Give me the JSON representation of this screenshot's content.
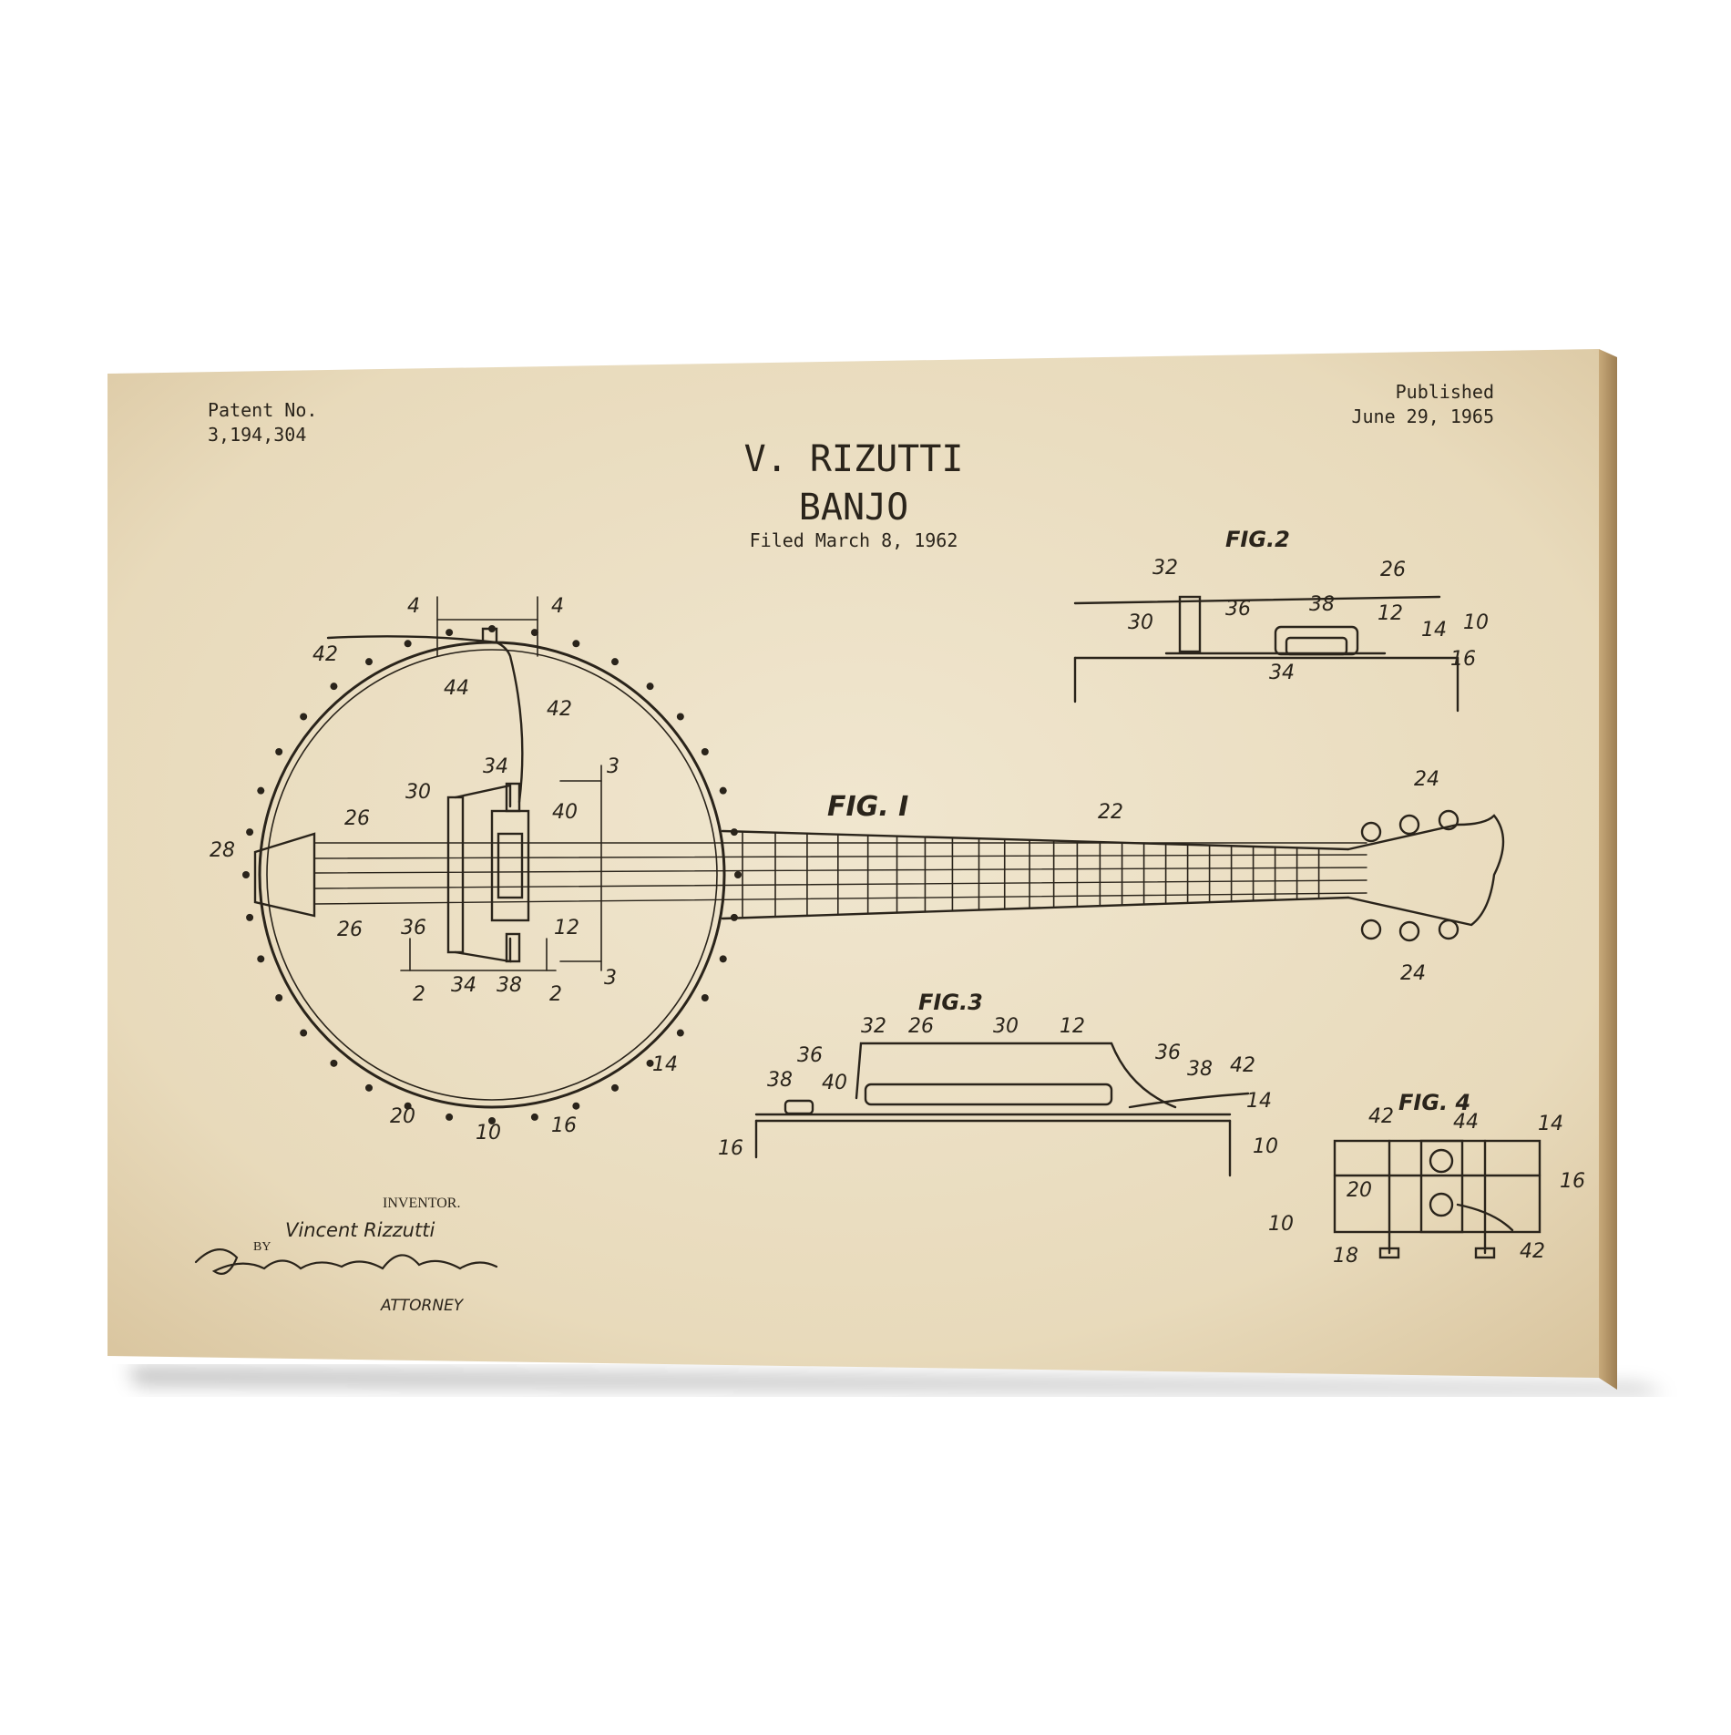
{
  "colors": {
    "paper": "#ede1c6",
    "paper_dark": "#d9c6a0",
    "ink": "#2a241b",
    "canvas_edge": "#b89a6a",
    "shadow": "#00000055"
  },
  "patent": {
    "number_label": "Patent No.",
    "number_value": "3,194,304",
    "published_label": "Published",
    "published_date": "June 29, 1965",
    "inventor_name": "V. RIZUTTI",
    "title": "BANJO",
    "filed": "Filed March 8, 1962"
  },
  "figures": {
    "fig1": "FIG. I",
    "fig2": "FIG.2",
    "fig3": "FIG.3",
    "fig4": "FIG. 4"
  },
  "signature": {
    "inventor_label": "INVENTOR.",
    "inventor_name": "Vincent Rizzutti",
    "by_label": "BY",
    "signature_name": "Gustave Miller",
    "attorney_label": "ATTORNEY"
  },
  "fig1_labels": [
    "4",
    "4",
    "42",
    "44",
    "42",
    "34",
    "3",
    "30",
    "40",
    "26",
    "28",
    "26",
    "36",
    "12",
    "34",
    "38",
    "2",
    "2",
    "3",
    "14",
    "20",
    "10",
    "16",
    "22",
    "24",
    "24"
  ],
  "fig2_labels": [
    "32",
    "26",
    "30",
    "36",
    "38",
    "12",
    "14",
    "10",
    "34",
    "16"
  ],
  "fig3_labels": [
    "32",
    "26",
    "30",
    "12",
    "36",
    "38",
    "40",
    "36",
    "38",
    "42",
    "14",
    "16",
    "10"
  ],
  "fig4_labels": [
    "42",
    "44",
    "14",
    "20",
    "16",
    "10",
    "18",
    "42"
  ]
}
